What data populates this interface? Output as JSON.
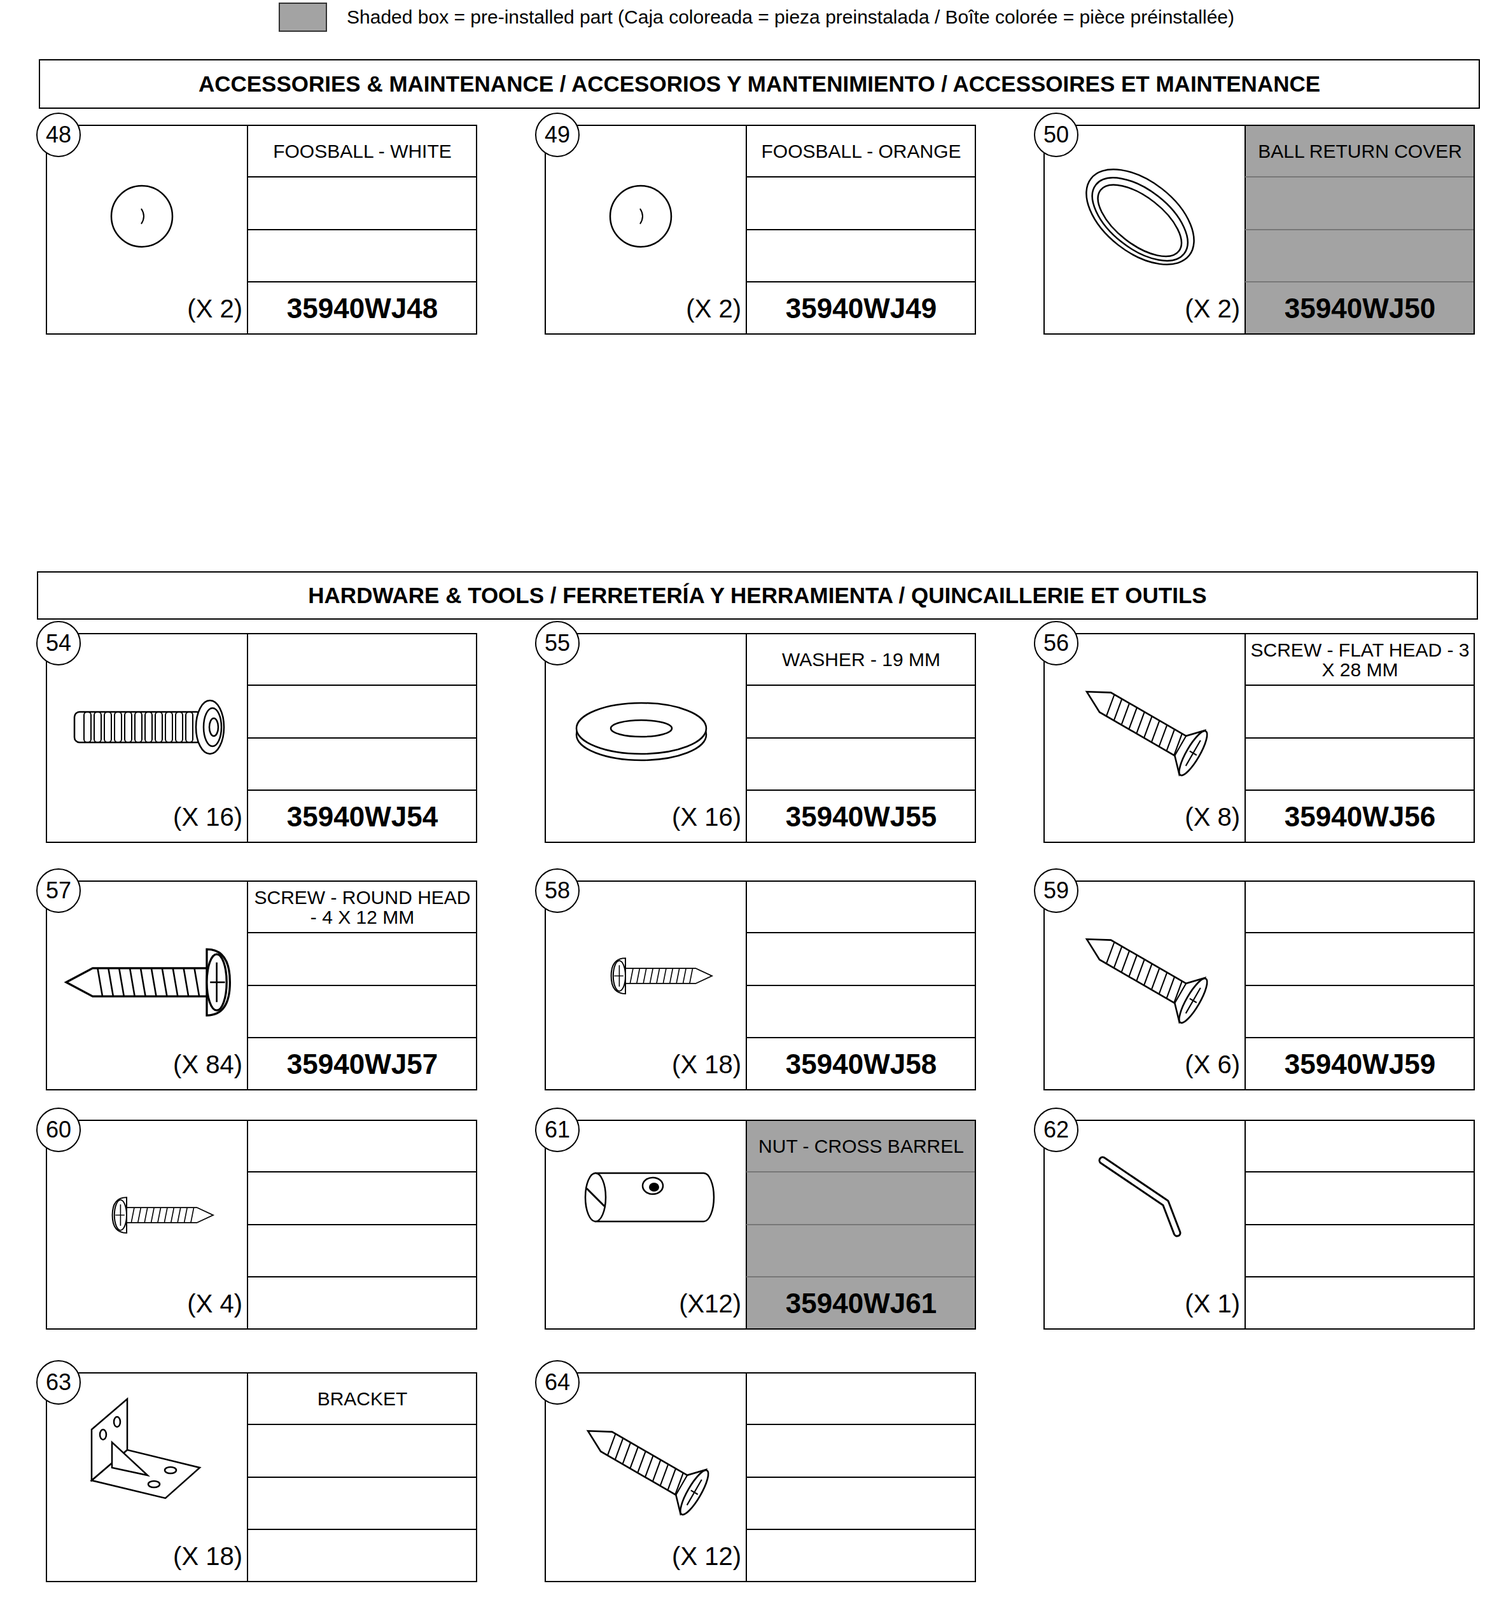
{
  "diagram": {
    "nodes": [
      {
        "text": [
          "ACCESSORIES & MAINTENANCE / ACCESORIOS Y MANTENIMIENTO / ACCESSOIRES ET MAINTENANCE"
        ]
      },
      {
        "text": [
          "FOOSBALL - WHITE",
          "(X 2)",
          "35940WJ48"
        ]
      },
      {
        "text": [
          "48"
        ],
        "in": 1
      },
      {
        "text": [
          "FOOSBALL - ORANGE",
          "(X 2)",
          "35940WJ49"
        ]
      },
      {
        "text": [
          "49"
        ],
        "in": 3
      },
      {
        "text": [
          "BALL RETURN COVER",
          "(X 2)",
          "35940WJ50"
        ]
      },
      {
        "text": [
          "50"
        ],
        "in": 5
      },
      {
        "text": [
          "HARDWARE & TOOLS / FERRETERÍA Y HERRAMIENTA / QUINCAILLERIE ET OUTILS"
        ]
      },
      {
        "text": [
          "(X 16)",
          "35940WJ54"
        ]
      },
      {
        "text": [
          "54"
        ],
        "in": 8
      },
      {
        "text": [
          "WASHER - 19 MM",
          "(X 16)",
          "35940WJ55"
        ]
      },
      {
        "text": [
          "55"
        ],
        "in": 10
      },
      {
        "text": [
          "SCREW - FLAT HEAD - 3 X 28 MM",
          "(X 8)",
          "35940WJ56"
        ]
      },
      {
        "text": [
          "56"
        ],
        "in": 12
      },
      {
        "text": [
          "SCREW - ROUND HEAD - 4 X 12 MM",
          "(X 84)",
          "35940WJ57"
        ]
      },
      {
        "text": [
          "57"
        ],
        "in": 14
      },
      {
        "text": [
          "(X 18)",
          "35940WJ58"
        ]
      },
      {
        "text": [
          "58"
        ],
        "in": 16
      },
      {
        "text": [
          "(X 6)",
          "35940WJ59"
        ]
      },
      {
        "text": [
          "59"
        ],
        "in": 18
      },
      {
        "text": [
          "(X 4)"
        ]
      },
      {
        "text": [
          "60"
        ],
        "in": 20
      },
      {
        "text": [
          "NUT - CROSS BARREL",
          "(X12)",
          "35940WJ61"
        ]
      },
      {
        "text": [
          "61"
        ],
        "in": 22
      },
      {
        "text": [
          "(X 1)"
        ]
      },
      {
        "text": [
          "62"
        ],
        "in": 24
      },
      {
        "text": [
          "BRACKET",
          "(X 18)"
        ]
      },
      {
        "text": [
          "63"
        ],
        "in": 26
      },
      {
        "text": [
          "(X 12)"
        ]
      },
      {
        "text": [
          "64"
        ],
        "in": 28
      }
    ],
    "legend": [
      {
        "text": "Shaded box = pre-installed part (Caja coloreada = pieza preinstalada / Boîte colorée = pièce préinstallée)",
        "color": "#a3a3a3"
      }
    ]
  }
}
